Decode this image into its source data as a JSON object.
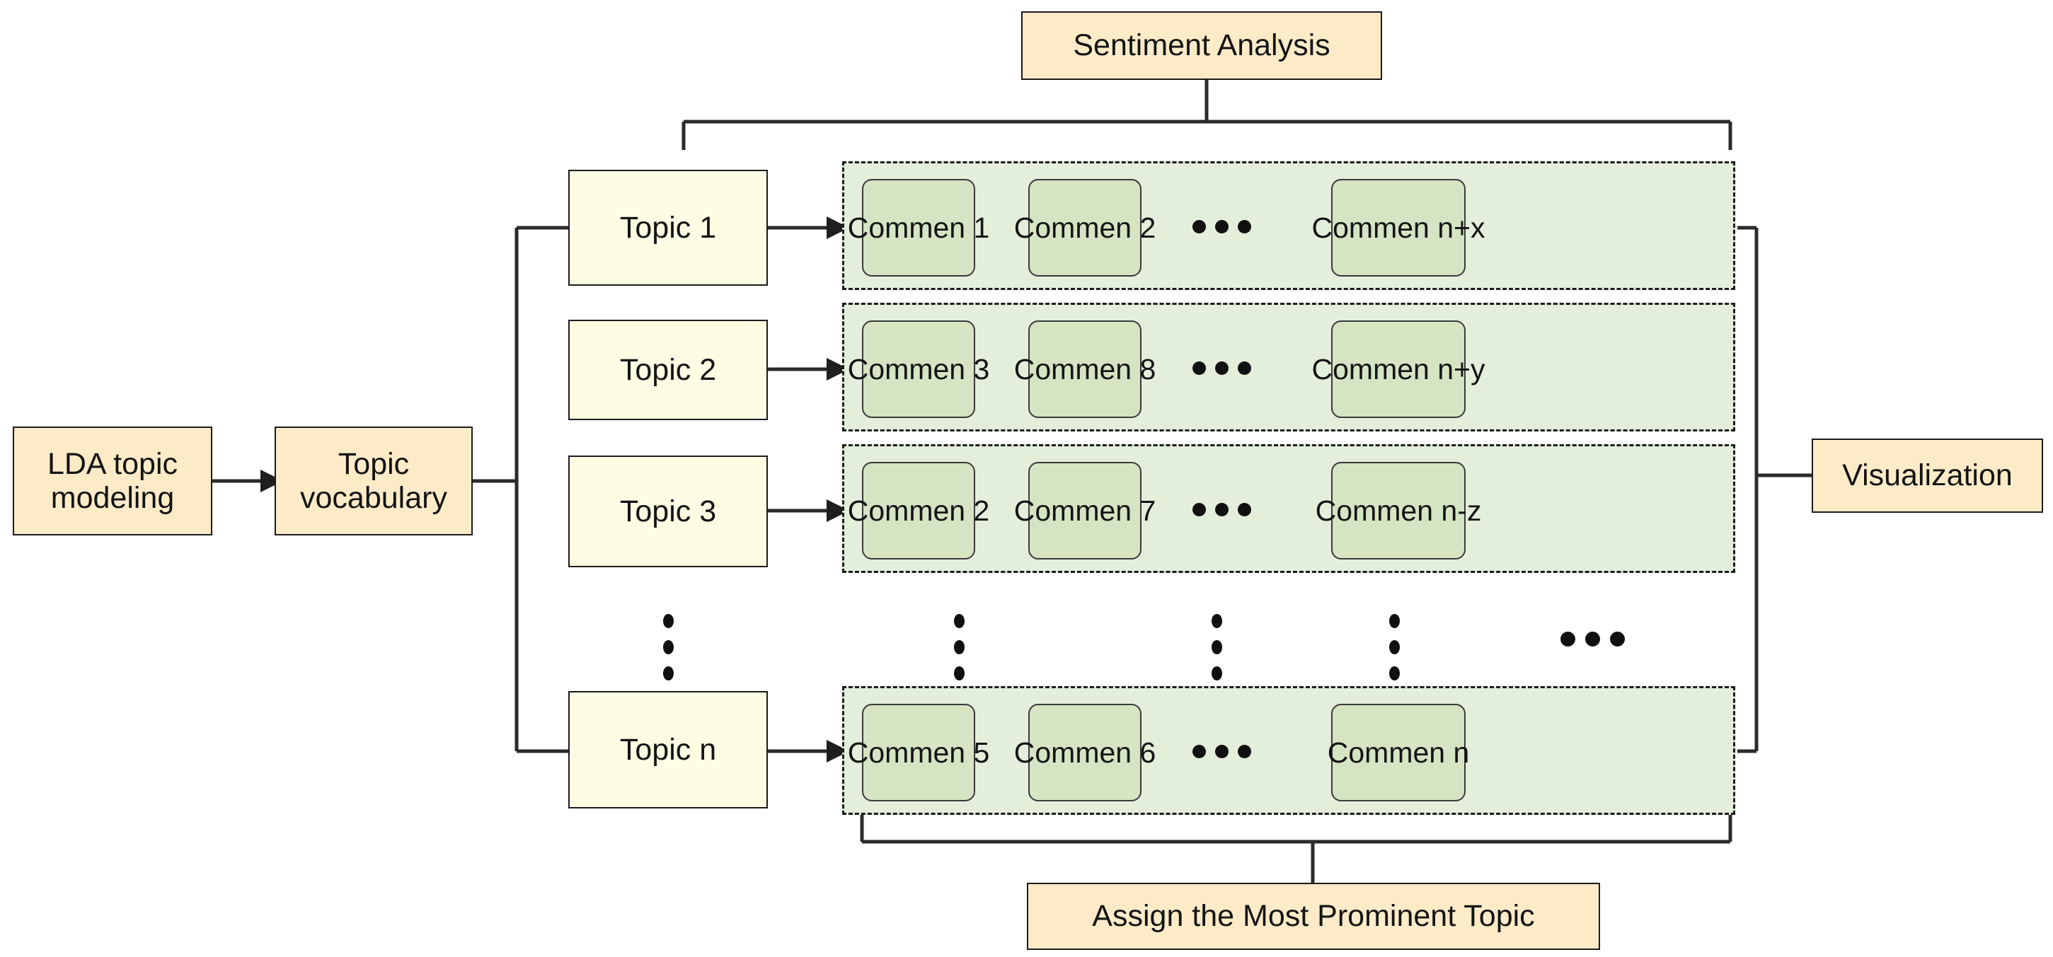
{
  "diagram": {
    "title": "LDA topic modeling sentiment analysis pipeline",
    "colors": {
      "peach_fill": "#fdebc8",
      "ivory_fill": "#fdfde4",
      "group_fill": "#e3efdb",
      "chip_fill": "#d5e4c3",
      "stroke": "#1b1b1b"
    }
  },
  "nodes": {
    "lda": "LDA topic\nmodeling",
    "lda_line1": "LDA topic",
    "lda_line2": "modeling",
    "vocab_line1": "Topic",
    "vocab_line2": "vocabulary",
    "sentiment": "Sentiment Analysis",
    "visualization": "Visualization",
    "assign": "Assign the Most Prominent Topic"
  },
  "topics": [
    {
      "label": "Topic 1"
    },
    {
      "label": "Topic 2"
    },
    {
      "label": "Topic 3"
    },
    {
      "label": "Topic n"
    }
  ],
  "comment_rows": [
    {
      "topic": "Topic 1",
      "comments": [
        "Commen 1",
        "Commen 2",
        "Commen n+x"
      ],
      "ellipsis": "..."
    },
    {
      "topic": "Topic 2",
      "comments": [
        "Commen 3",
        "Commen 8",
        "Commen n+y"
      ],
      "ellipsis": "..."
    },
    {
      "topic": "Topic 3",
      "comments": [
        "Commen 2",
        "Commen 7",
        "Commen n-z"
      ],
      "ellipsis": "..."
    },
    {
      "topic": "Topic n",
      "comments": [
        "Commen 5",
        "Commen 6",
        "Commen n"
      ],
      "ellipsis": "..."
    }
  ],
  "ellipsis_row": {
    "vertical": [
      "⋮",
      "⋮",
      "⋮",
      "⋮"
    ],
    "horizontal": "..."
  }
}
